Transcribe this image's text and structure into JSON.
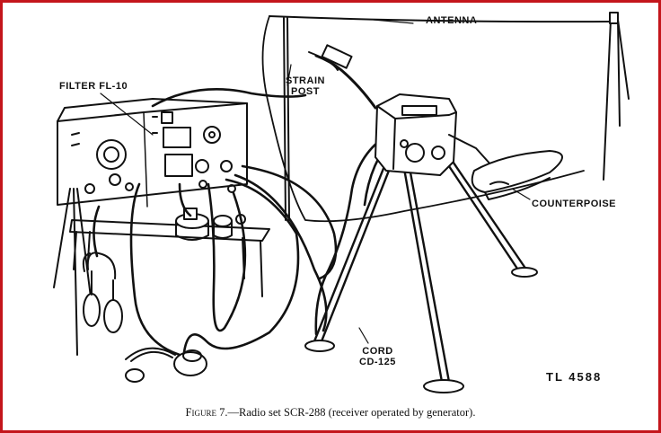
{
  "labels": {
    "antenna": "ANTENNA",
    "strain_post_line1": "STRAIN",
    "strain_post_line2": "POST",
    "filter": "FILTER FL-10",
    "counterpoise": "COUNTERPOISE",
    "cord_line1": "CORD",
    "cord_line2": "CD-125",
    "tl_number": "TL 4588"
  },
  "caption": {
    "figure": "Figure 7.",
    "text": "—Radio set SCR-288 (receiver operated by generator)."
  },
  "colors": {
    "frame": "#c4161c",
    "ink": "#111111"
  }
}
